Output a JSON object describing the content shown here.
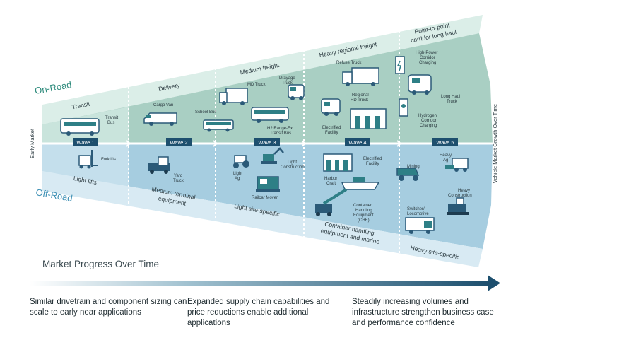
{
  "sections": {
    "on_road": "On-Road",
    "off_road": "Off-Road"
  },
  "side_labels": {
    "left": "Early Market",
    "right": "Vehicle Market Growth Over Time"
  },
  "waves": [
    "Wave 1",
    "Wave 2",
    "Wave 3",
    "Wave 4",
    "Wave 5"
  ],
  "on_road_categories": [
    "Transit",
    "Delivery",
    "Medium freight",
    "Heavy regional freight",
    "Point-to-point",
    "corridor long haul"
  ],
  "off_road_categories": [
    "Light lifts",
    "Medium terminal",
    "equipment",
    "Light site-specific",
    "Container handling",
    "equipment and marine",
    "Heavy site-specific"
  ],
  "on_road_vehicles": {
    "transit_bus": [
      "Transit",
      "Bus"
    ],
    "cargo_van": "Cargo Van",
    "school_bus": "School Bus",
    "md_truck": "MD Truck",
    "drayage_truck": [
      "Drayage",
      "Truck"
    ],
    "h2_bus": [
      "H2 Range-Ext",
      "Transit Bus"
    ],
    "refuse_truck": "Refuse Truck",
    "regional_hd_truck": [
      "Regional",
      "HD Truck"
    ],
    "electrified_facility": [
      "Electrified",
      "Facility"
    ],
    "high_power_charging": [
      "High-Power",
      "Corridor",
      "Charging"
    ],
    "long_haul_truck": [
      "Long Haul",
      "Truck"
    ],
    "hydrogen_charging": [
      "Hydrogen",
      "Corridor",
      "Charging"
    ]
  },
  "off_road_vehicles": {
    "forklifts": "Forklifts",
    "yard_truck": [
      "Yard",
      "Truck"
    ],
    "light_ag": [
      "Light",
      "Ag"
    ],
    "light_construction": [
      "Light",
      "Construction"
    ],
    "railcar_mover": "Railcar Mover",
    "electrified_facility": [
      "Electrified",
      "Facility"
    ],
    "harbor_craft": [
      "Harbor",
      "Craft"
    ],
    "che": [
      "Container",
      "Handling",
      "Equipment",
      "(CHE)"
    ],
    "mining": "Mining",
    "heavy_ag": [
      "Heavy",
      "Ag"
    ],
    "heavy_construction": [
      "Heavy",
      "Construction"
    ],
    "switcher": [
      "Switcher/",
      "Locomotive"
    ]
  },
  "progress_label": "Market Progress Over Time",
  "footnotes": [
    "Similar drivetrain and component sizing can scale to early near applications",
    "Expanded supply chain capabilities and price reductions enable additional applications",
    "Steadily increasing volumes and infrastructure strengthen business case and performance confidence"
  ],
  "colors": {
    "on_road_dark": "#a9cfc3",
    "on_road_light": "#dbeee8",
    "off_road_dark": "#a6cde0",
    "off_road_light": "#d8eaf3",
    "wave_box": "#1d4f6e",
    "on_road_title": "#2e8b7c",
    "off_road_title": "#3c8fb4",
    "icon": "#2b5a78"
  }
}
